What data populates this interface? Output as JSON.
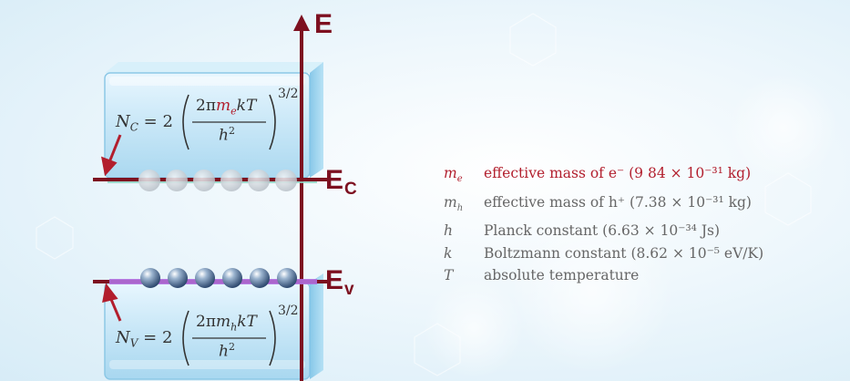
{
  "axis": {
    "label": "E"
  },
  "levels": {
    "conduction": {
      "label_main": "E",
      "label_sub": "C"
    },
    "valence": {
      "label_main": "E",
      "label_sub": "v"
    }
  },
  "formulas": {
    "nc": {
      "lhs_main": "N",
      "lhs_sub": "C",
      "eq": "= 2",
      "num_a": "2π",
      "num_m": "m",
      "num_m_sub": "e",
      "num_b": "kT",
      "den": "h",
      "den_exp": "2",
      "exp": "3/2"
    },
    "nv": {
      "lhs_main": "N",
      "lhs_sub": "V",
      "eq": "= 2",
      "num_a": "2π",
      "num_m": "m",
      "num_m_sub": "h",
      "num_b": "kT",
      "den": "h",
      "den_exp": "2",
      "exp": "3/2"
    }
  },
  "legend": [
    {
      "symbol": "m",
      "symbol_sub": "e",
      "text": "effective mass of e⁻ (9 84 × 10⁻³¹ kg)",
      "highlight": true
    },
    {
      "symbol": "m",
      "symbol_sub": "h",
      "text": "effective mass of h⁺ (7.38 × 10⁻³¹ kg)",
      "highlight": false
    },
    {
      "symbol": "h",
      "symbol_sub": "",
      "text": "Planck constant (6.63 × 10⁻³⁴ Js)",
      "highlight": false
    },
    {
      "symbol": "k",
      "symbol_sub": "",
      "text": "Boltzmann constant (8.62 × 10⁻⁵ eV/K)",
      "highlight": false
    },
    {
      "symbol": "T",
      "symbol_sub": "",
      "text": "absolute temperature",
      "highlight": false
    }
  ],
  "colors": {
    "axis": "#7d1020",
    "highlight": "#b21e2d",
    "conduction_band": "#8fd3c3",
    "valence_band": "#b070e0",
    "ice": "#bfe3f5"
  }
}
